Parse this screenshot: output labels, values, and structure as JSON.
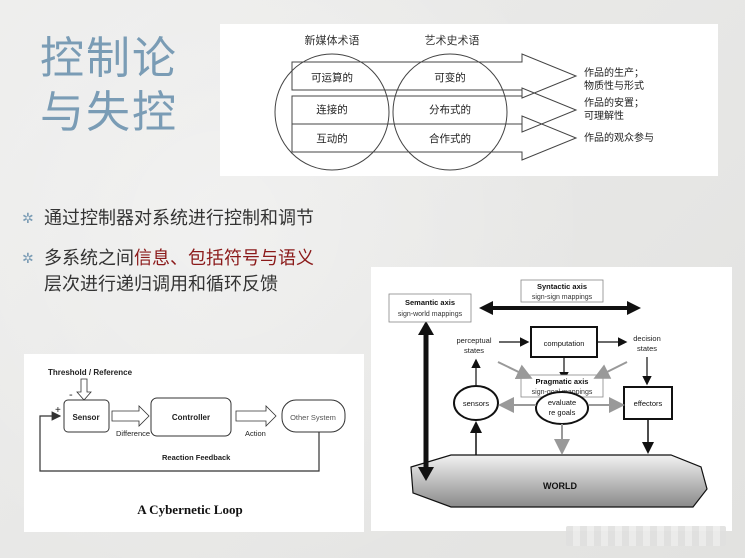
{
  "title_line1": "控制论",
  "title_line2": "与失控",
  "bullets": [
    {
      "text": "通过控制器对系统进行控制和调节"
    },
    {
      "pre": "多系统之间",
      "accent": "信息、包括符号与语义",
      "post": "层次进行递归调用和循环反馈"
    }
  ],
  "colors": {
    "title": "#7a9cb5",
    "accent": "#8b1a1a",
    "bullet": "#7a9cb5"
  },
  "venn": {
    "col1": "新媒体术语",
    "col2": "艺术史术语",
    "rows": [
      {
        "left": "可运算的",
        "mid": "可变的",
        "right_1": "作品的生产；",
        "right_2": "物质性与形式"
      },
      {
        "left": "连接的",
        "mid": "分布式的",
        "right_1": "作品的安置；",
        "right_2": "可理解性"
      },
      {
        "left": "互动的",
        "mid": "合作式的",
        "right_1": "作品的观众参与",
        "right_2": ""
      }
    ]
  },
  "loop": {
    "threshold": "Threshold / Reference",
    "minus": "-",
    "plus": "+",
    "sensor": "Sensor",
    "controller": "Controller",
    "other_system": "Other System",
    "difference": "Difference",
    "action": "Action",
    "feedback": "Reaction Feedback",
    "caption": "A Cybernetic Loop"
  },
  "semiotic": {
    "semantic_title": "Semantic axis",
    "semantic_sub": "sign-world mappings",
    "syntactic_title": "Syntactic axis",
    "syntactic_sub": "sign-sign mappings",
    "perceptual_1": "perceptual",
    "perceptual_2": "states",
    "computation": "computation",
    "decision_1": "decision",
    "decision_2": "states",
    "pragmatic_title": "Pragmatic axis",
    "pragmatic_sub": "sign-goal mappings",
    "sensors": "sensors",
    "evaluate_1": "evaluate",
    "evaluate_2": "re goals",
    "effectors": "effectors",
    "world": "WORLD"
  }
}
